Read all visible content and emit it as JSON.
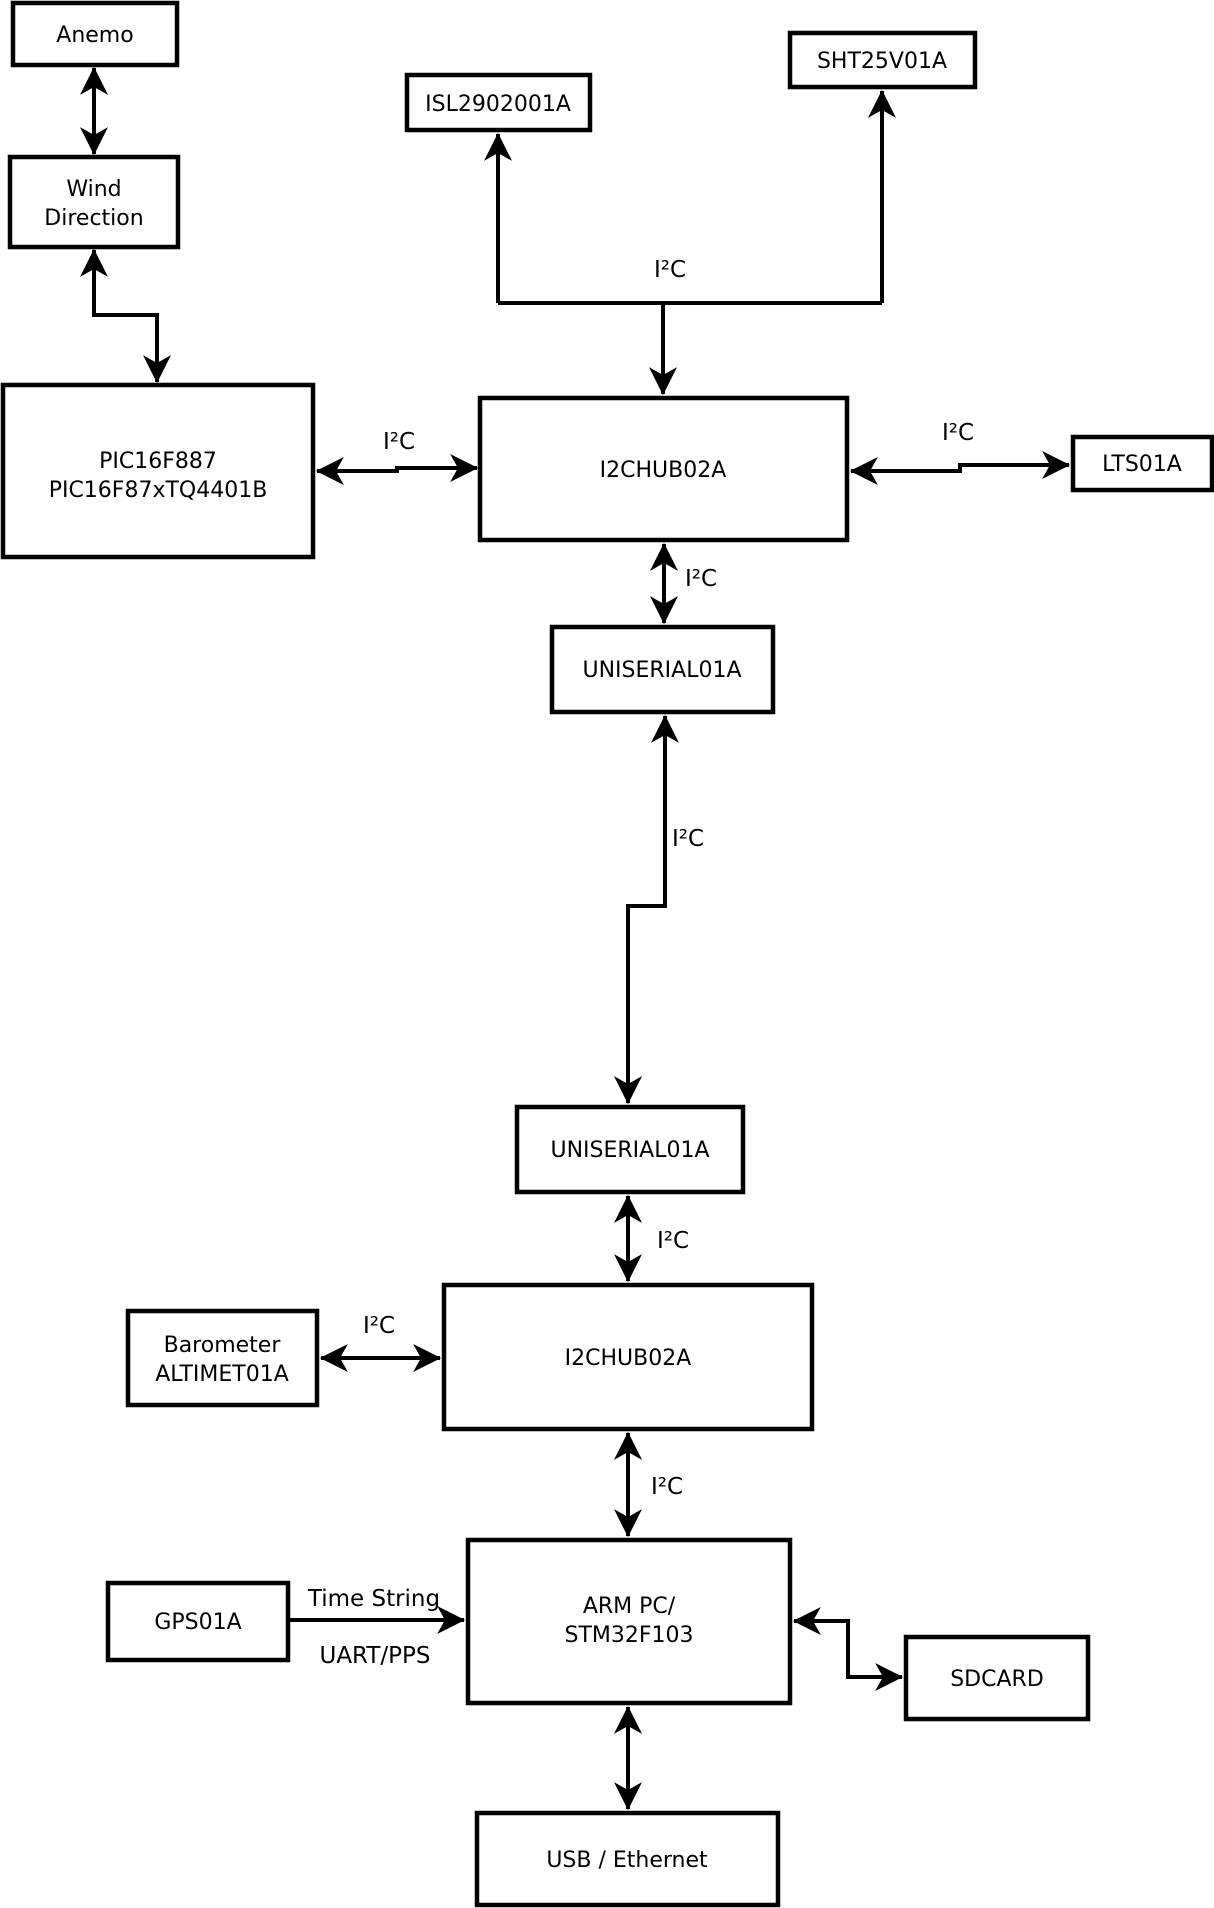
{
  "colors": {
    "background": "#ffffff",
    "stroke": "#000000",
    "box_fill": "#ffffff"
  },
  "nodes": {
    "anemo": {
      "label": "Anemo"
    },
    "wind_direction": {
      "line1": "Wind",
      "line2": "Direction"
    },
    "pic": {
      "line1": "PIC16F887",
      "line2": "PIC16F87xTQ4401B"
    },
    "isl": {
      "label": "ISL2902001A"
    },
    "sht": {
      "label": "SHT25V01A"
    },
    "i2chub_upper": {
      "label": "I2CHUB02A"
    },
    "lts": {
      "label": "LTS01A"
    },
    "uniserial_upper": {
      "label": "UNISERIAL01A"
    },
    "uniserial_lower": {
      "label": "UNISERIAL01A"
    },
    "i2chub_lower": {
      "label": "I2CHUB02A"
    },
    "barometer": {
      "line1": "Barometer",
      "line2": "ALTIMET01A"
    },
    "gps": {
      "label": "GPS01A"
    },
    "arm_pc": {
      "line1": "ARM PC/",
      "line2": "STM32F103"
    },
    "sdcard": {
      "label": "SDCARD"
    },
    "usb_ethernet": {
      "label": "USB / Ethernet"
    }
  },
  "edges": {
    "pic_hub": {
      "label": "I²C"
    },
    "sensor_bus": {
      "label": "I²C"
    },
    "hub_lts": {
      "label": "I²C"
    },
    "hub_uniserial": {
      "label": "I²C"
    },
    "uniserial_link": {
      "label": "I²C"
    },
    "uniserial_hub2": {
      "label": "I²C"
    },
    "barometer_hub2": {
      "label": "I²C"
    },
    "hub2_arm": {
      "label": "I²C"
    },
    "gps_arm": {
      "label_top": "Time String",
      "label_bottom": "UART/PPS"
    }
  }
}
